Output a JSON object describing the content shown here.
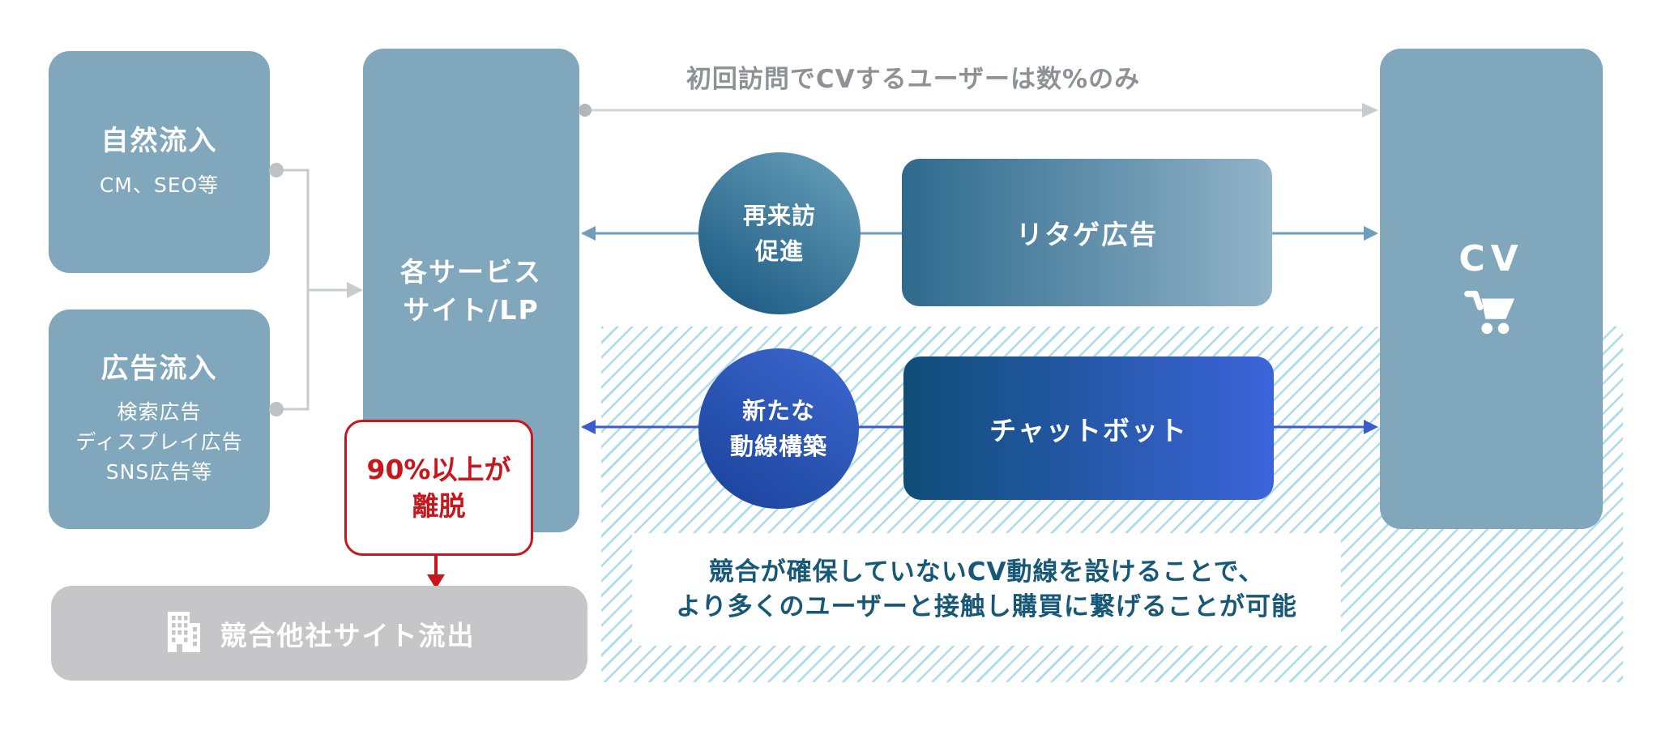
{
  "colors": {
    "box_blue": "#80a7bb",
    "competitor_gray": "#c6c6c8",
    "connector_gray": "#c9ccce",
    "annotation_gray": "#8e9296",
    "steel_arrow": "#6e9dbd",
    "royal_arrow": "#3b5bd0",
    "alert_red": "#c9161d",
    "hatch_stripe": "#aadcee",
    "panel_text": "#175878",
    "retargeting_gradient": [
      "#2e6a8d",
      "#92b3c8"
    ],
    "chatbot_gradient": [
      "#0f4d78",
      "#3c64da"
    ],
    "revisit_gradient": [
      "#6ba2bb",
      "#1e5c85"
    ],
    "newpath_gradient": [
      "#3d68d0",
      "#1c459e"
    ]
  },
  "organic_box": {
    "title": "自然流入",
    "subtitle": "CM、SEO等"
  },
  "ad_box": {
    "title": "広告流入",
    "lines": [
      "検索広告",
      "ディスプレイ広告",
      "SNS広告等"
    ]
  },
  "service_box": {
    "lines": [
      "各サービス",
      "サイト/LP"
    ]
  },
  "churn_box": {
    "lines": [
      "90%以上が",
      "離脱"
    ]
  },
  "competitor_box": {
    "label": "競合他社サイト流出",
    "icon": "building-icon"
  },
  "top_annotation": {
    "label": "初回訪問でCVするユーザーは数%のみ"
  },
  "revisit_circle": {
    "lines": [
      "再来訪",
      "促進"
    ]
  },
  "retargeting_box": {
    "label": "リタゲ広告"
  },
  "new_path_circle": {
    "lines": [
      "新たな",
      "動線構築"
    ]
  },
  "chatbot_box": {
    "label": "チャットボット"
  },
  "cv_box": {
    "label": "CV",
    "icon": "cart-icon"
  },
  "benefit_panel": {
    "lines": [
      "競合が確保していないCV動線を設けることで、",
      "より多くのユーザーと接触し購買に繋げることが可能"
    ]
  }
}
